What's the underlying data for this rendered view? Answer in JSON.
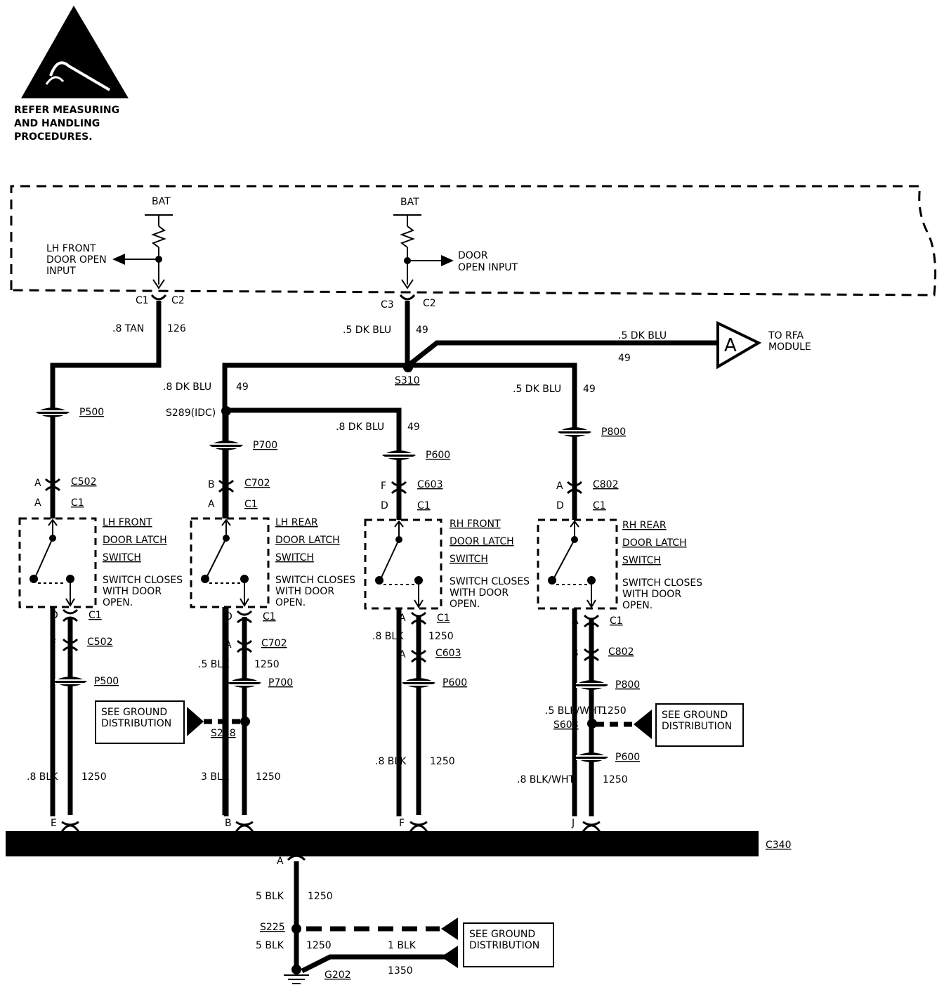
{
  "warning": {
    "icon": "esd-warning-icon",
    "lines": [
      "REFER MEASURING",
      "AND HANDLING",
      "PROCEDURES."
    ]
  },
  "module": {
    "bat_left": "BAT",
    "bat_right": "BAT",
    "lh_front_door_open_input": [
      "LH FRONT",
      "DOOR OPEN",
      "INPUT"
    ],
    "door_open_input": [
      "DOOR",
      "OPEN INPUT"
    ],
    "conn_left_a": "C1",
    "conn_left_b": "C2",
    "conn_right_a": "C3",
    "conn_right_b": "C2"
  },
  "wires": {
    "lh_feed": {
      "size_color": ".8 TAN",
      "circuit": "126"
    },
    "main_feed": {
      "size_color": ".5 DK BLU",
      "circuit": "49"
    },
    "rfa_branch": {
      "size_color": ".5 DK BLU",
      "circuit": "49"
    },
    "lr_branch": {
      "size_color": ".8 DK BLU",
      "circuit": "49"
    },
    "rf_branch": {
      "size_color": ".8 DK BLU",
      "circuit": "49"
    },
    "rr_branch": {
      "size_color": ".5 DK BLU",
      "circuit": "49"
    }
  },
  "splices": {
    "s310": "S310",
    "s289": "S289(IDC)",
    "s218": "S218",
    "s603": "S603",
    "s225": "S225"
  },
  "offpage": {
    "letter": "A",
    "label": [
      "TO RFA",
      "MODULE"
    ]
  },
  "columns": [
    {
      "id": "lh-front",
      "pass_top": "P500",
      "upper_pin": "A",
      "upper_conn": "C502",
      "sw_pin_top": "A",
      "sw_conn_top": "C1",
      "title": [
        "LH FRONT",
        "DOOR LATCH",
        "SWITCH"
      ],
      "note": [
        "SWITCH CLOSES",
        "WITH DOOR",
        "OPEN."
      ],
      "sw_pin_bottom": "D",
      "sw_conn_bottom": "C1",
      "lower_pin": "F",
      "lower_conn": "C502",
      "pass_bottom": "P500",
      "ground_wire": {
        "size_color": ".8 BLK",
        "circuit": "1250"
      },
      "c340_pin": "E"
    },
    {
      "id": "lh-rear",
      "pass_top": "P700",
      "upper_pin": "B",
      "upper_conn": "C702",
      "sw_pin_top": "A",
      "sw_conn_top": "C1",
      "title": [
        "LH REAR",
        "DOOR LATCH",
        "SWITCH"
      ],
      "note": [
        "SWITCH CLOSES",
        "WITH DOOR",
        "OPEN."
      ],
      "sw_pin_bottom": "D",
      "sw_conn_bottom": "C1",
      "lower_pin": "A",
      "lower_conn": "C702",
      "mid_wire": {
        "size_color": ".5 BLK",
        "circuit": "1250"
      },
      "pass_bottom": "P700",
      "ground_wire": {
        "size_color": "3 BLK",
        "circuit": "1250"
      },
      "c340_pin": "B"
    },
    {
      "id": "rh-front",
      "pass_top": "P600",
      "upper_pin": "F",
      "upper_conn": "C603",
      "sw_pin_top": "D",
      "sw_conn_top": "C1",
      "title": [
        "RH FRONT",
        "DOOR LATCH",
        "SWITCH"
      ],
      "note": [
        "SWITCH CLOSES",
        "WITH DOOR",
        "OPEN."
      ],
      "sw_pin_bottom": "A",
      "sw_conn_bottom": "C1",
      "mid_wire": {
        "size_color": ".8 BLK",
        "circuit": "1250"
      },
      "lower_pin": "A",
      "lower_conn": "C603",
      "pass_bottom": "P600",
      "ground_wire": {
        "size_color": ".8 BLK",
        "circuit": "1250"
      },
      "c340_pin": "F"
    },
    {
      "id": "rh-rear",
      "pass_top": "P800",
      "upper_pin": "A",
      "upper_conn": "C802",
      "sw_pin_top": "D",
      "sw_conn_top": "C1",
      "title": [
        "RH REAR",
        "DOOR LATCH",
        "SWITCH"
      ],
      "note": [
        "SWITCH CLOSES",
        "WITH DOOR",
        "OPEN."
      ],
      "sw_pin_bottom": "A",
      "sw_conn_bottom": "C1",
      "lower_pin": "B",
      "lower_conn": "C802",
      "pass_bottom": "P800",
      "mid_wire": {
        "size_color": ".5 BLK/WHT",
        "circuit": "1250"
      },
      "pass_extra": "P600",
      "ground_wire": {
        "size_color": ".8 BLK/WHT",
        "circuit": "1250"
      },
      "c340_pin": "J"
    }
  ],
  "ground_boxes": {
    "left": [
      "SEE GROUND",
      "DISTRIBUTION"
    ],
    "right": [
      "SEE GROUND",
      "DISTRIBUTION"
    ],
    "bottom": [
      "SEE GROUND",
      "DISTRIBUTION"
    ]
  },
  "c340": {
    "label": "C340",
    "pin": "A"
  },
  "bottom": {
    "trunk_wire": {
      "size_color": "5 BLK",
      "circuit": "1250"
    },
    "ground_wire": {
      "size_color": "5 BLK",
      "circuit": "1250"
    },
    "branch_wire": {
      "size_color": "1 BLK",
      "circuit": "1350"
    },
    "ground": "G202"
  }
}
